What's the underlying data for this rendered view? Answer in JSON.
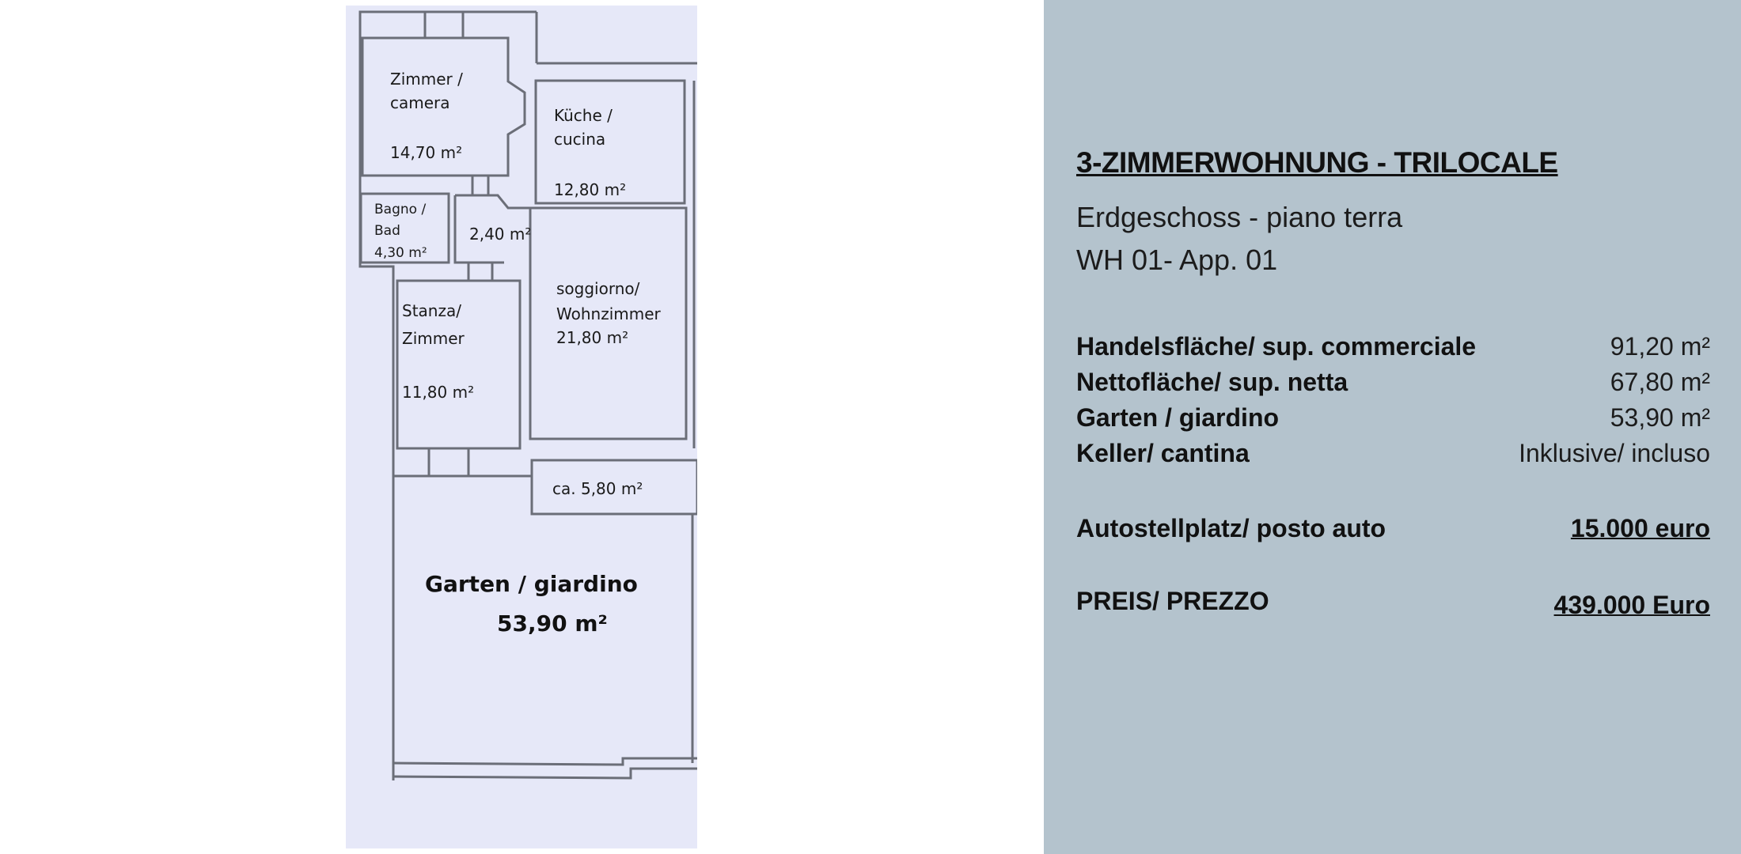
{
  "floorplan": {
    "rooms": [
      {
        "name": [
          "Zimmer /",
          "camera"
        ],
        "area": "14,70 m²"
      },
      {
        "name": [
          "Küche /",
          "cucina"
        ],
        "area": "12,80 m²"
      },
      {
        "name": [
          "Bagno /",
          "Bad"
        ],
        "area": "4,30 m²"
      },
      {
        "name": [],
        "area": "2,40 m²"
      },
      {
        "name": [
          "Stanza/",
          "Zimmer"
        ],
        "area": "11,80 m²"
      },
      {
        "name": [
          "soggiorno/",
          "Wohnzimmer"
        ],
        "area": "21,80 m²"
      },
      {
        "name": [],
        "area": "ca. 5,80 m²"
      },
      {
        "name": [
          "Garten / giardino"
        ],
        "area": "53,90 m²"
      }
    ]
  },
  "details": {
    "title": "3-ZIMMERWOHNUNG - TRILOCALE",
    "floor": "Erdgeschoss - piano terra",
    "unit": "WH 01- App. 01",
    "areas": [
      {
        "label": "Handelsfläche/ sup. commerciale",
        "value": "91,20 m²"
      },
      {
        "label": "Nettofläche/ sup. netta",
        "value": "67,80 m²"
      },
      {
        "label": "Garten / giardino",
        "value": "53,90 m²"
      },
      {
        "label": "Keller/ cantina",
        "value": "Inklusive/ incluso"
      }
    ],
    "parking": {
      "label": "Autostellplatz/ posto auto",
      "value": "15.000 euro"
    },
    "price": {
      "label": "PREIS/ PREZZO",
      "value": "439.000 Euro"
    },
    "panel_color": "#b4c3cd"
  }
}
